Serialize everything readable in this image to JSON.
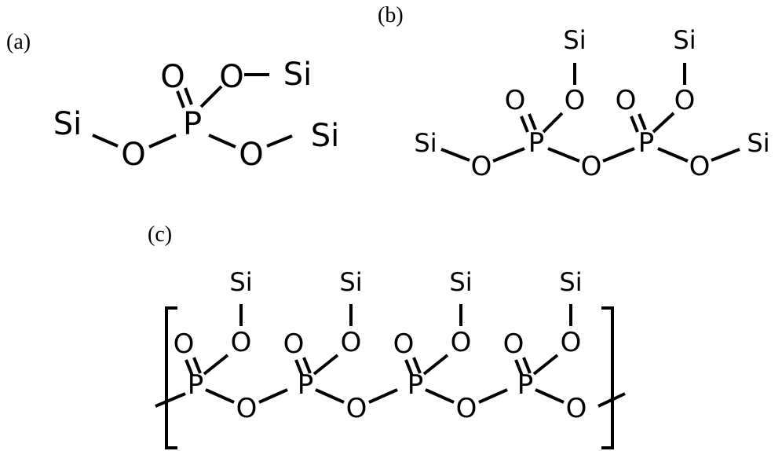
{
  "panels": {
    "a": {
      "label": "(a)"
    },
    "b": {
      "label": "(b)"
    },
    "c": {
      "label": "(c)"
    }
  },
  "atoms": {
    "si": "Si",
    "o": "O",
    "p": "P"
  }
}
